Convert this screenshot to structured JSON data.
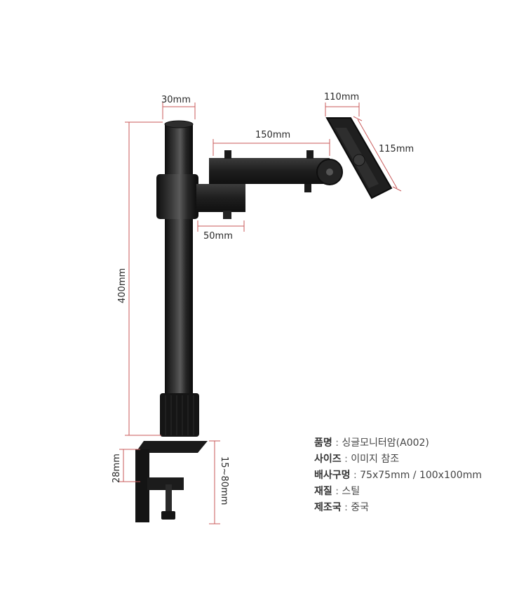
{
  "dimensions": {
    "pole_diameter": "30mm",
    "pole_height": "400mm",
    "arm_length": "150mm",
    "joint_width": "50mm",
    "plate_width": "110mm",
    "plate_height": "115mm",
    "clamp_depth": "28mm",
    "desk_thickness": "15~80mm"
  },
  "specs": [
    {
      "label": "품명",
      "sep": " : ",
      "value": "싱글모니터암(A002)"
    },
    {
      "label": "사이즈",
      "sep": " : ",
      "value": "이미지 참조"
    },
    {
      "label": "배사구멍",
      "sep": " : ",
      "value": "75x75mm / 100x100mm"
    },
    {
      "label": "재질",
      "sep": " : ",
      "value": "스틸"
    },
    {
      "label": "제조국",
      "sep": " : ",
      "value": "중국"
    }
  ],
  "colors": {
    "dimension_line": "#c85a5a",
    "metal": "#1e1e1e",
    "background": "#ffffff"
  }
}
